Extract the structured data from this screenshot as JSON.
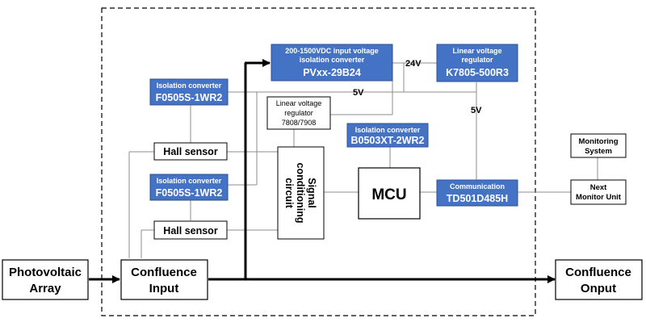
{
  "colors": {
    "blue_block": "#4472c4",
    "blue_border": "#2f528f",
    "line_gray": "#8c8c8c",
    "main_line": "#000000"
  },
  "blocks": {
    "pv_array": {
      "line1": "Photovoltaic",
      "line2": "Array"
    },
    "confluence_input": {
      "line1": "Confluence",
      "line2": "Input"
    },
    "confluence_output": {
      "line1": "Confluence",
      "line2": "Onput"
    },
    "pv_converter": {
      "line1": "200-1500VDC input voltage",
      "line2": "isolation converter",
      "line3": "PVxx-29B24"
    },
    "lin_reg_k7805": {
      "line1": "Linear voltage",
      "line2": "regulator",
      "line3": "K7805-500R3"
    },
    "iso_conv_top": {
      "line1": "Isolation converter",
      "line2": "F0505S-1WR2"
    },
    "iso_conv_bottom": {
      "line1": "Isolation converter",
      "line2": "F0505S-1WR2"
    },
    "lin_reg_7808": {
      "line1": "Linear voltage",
      "line2": "regulator",
      "line3": "7808/7908"
    },
    "iso_conv_b0503": {
      "line1": "Isolation converter",
      "line2": "B0503XT-2WR2"
    },
    "hall_sensor_top": {
      "label": "Hall sensor"
    },
    "hall_sensor_bottom": {
      "label": "Hall sensor"
    },
    "signal_conditioning": {
      "line1": "Signal",
      "line2": "conditioning",
      "line3": "circuit"
    },
    "mcu": {
      "label": "MCU"
    },
    "communication": {
      "line1": "Communication",
      "line2": "TD501D485H"
    },
    "monitoring_system": {
      "line1": "Monitoring",
      "line2": "System"
    },
    "next_monitor_unit": {
      "line1": "Next",
      "line2": "Monitor Unit"
    }
  },
  "labels": {
    "v24": "24V",
    "v5_left": "5V",
    "v5_right": "5V"
  }
}
